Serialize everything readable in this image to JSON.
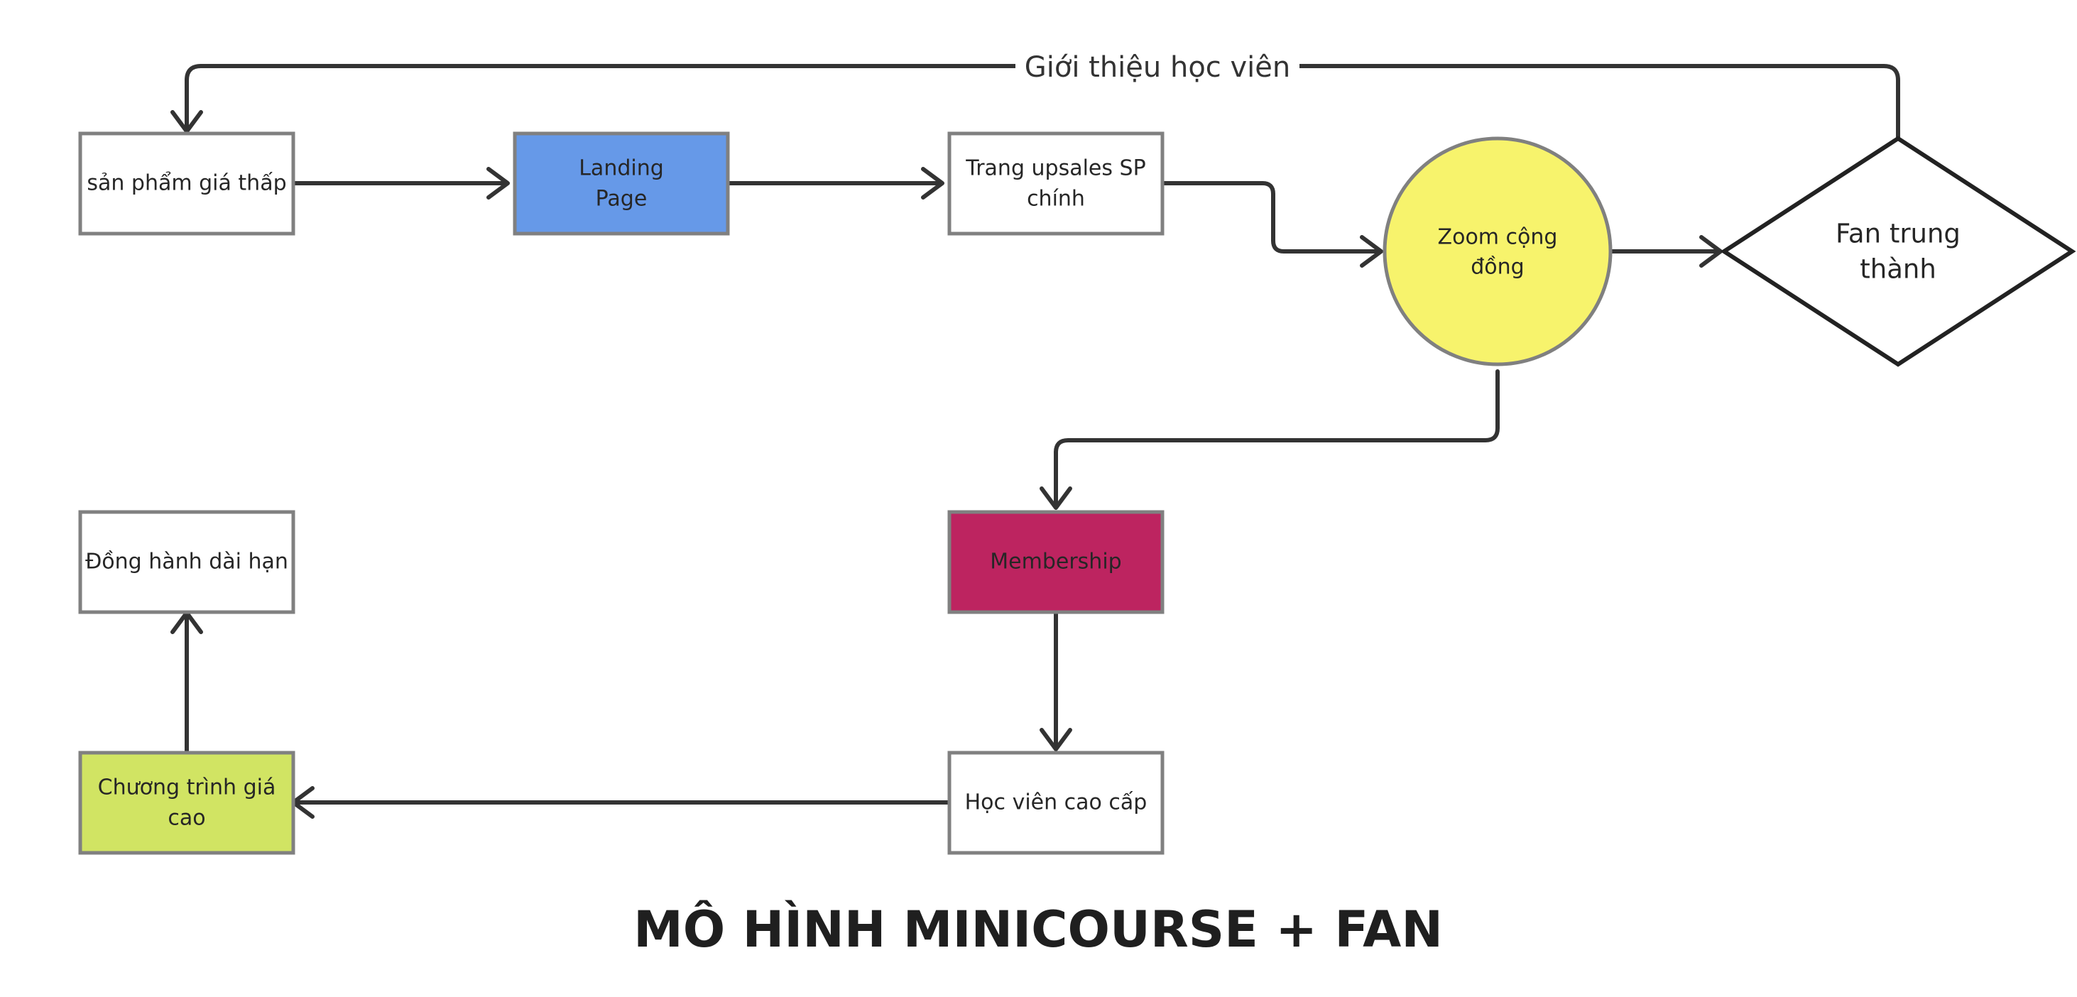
{
  "title": "MÔ HÌNH MINICOURSE + FAN",
  "colors": {
    "landing_page": "#6699e8",
    "zoom": "#f7f36c",
    "membership": "#bd2460",
    "chuong_trinh": "#d1e463",
    "default_box": "#ffffff",
    "border": "#808080",
    "edge": "#333333"
  },
  "nodes": {
    "san_pham_gia_thap": {
      "lines": [
        "sản phẩm giá thấp"
      ]
    },
    "landing_page": {
      "lines": [
        "Landing",
        "Page"
      ]
    },
    "trang_upsales": {
      "lines": [
        "Trang upsales SP",
        "chính"
      ]
    },
    "zoom_cong_dong": {
      "lines": [
        "Zoom cộng",
        "đồng"
      ]
    },
    "fan_trung_thanh": {
      "lines": [
        "Fan trung",
        "thành"
      ]
    },
    "membership": {
      "lines": [
        "Membership"
      ]
    },
    "hoc_vien_cao_cap": {
      "lines": [
        "Học viên cao cấp"
      ]
    },
    "chuong_trinh_gia_cao": {
      "lines": [
        "Chương trình giá",
        "cao"
      ]
    },
    "dong_hanh_dai_han": {
      "lines": [
        "Đồng hành dài hạn"
      ]
    }
  },
  "edges": {
    "gioi_thieu_label": "Giới thiệu học viên"
  }
}
